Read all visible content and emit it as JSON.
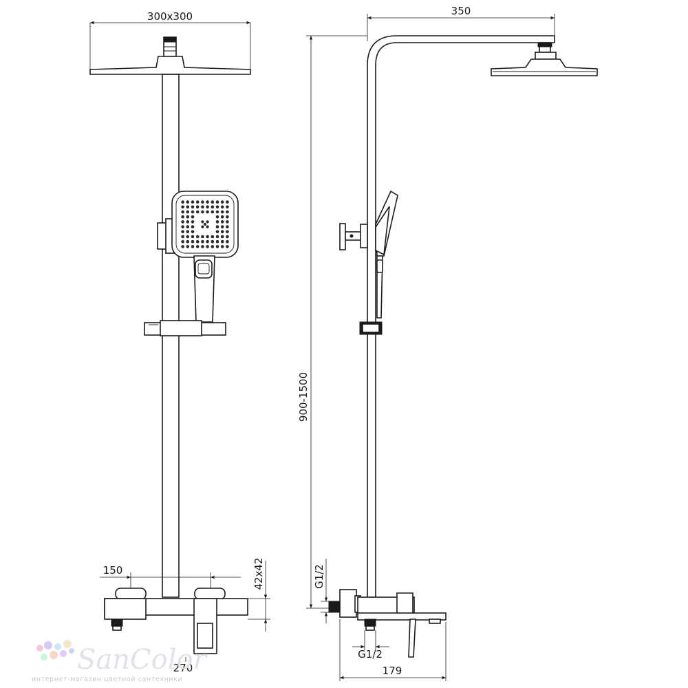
{
  "dimensions": {
    "head_size": "300x300",
    "arm_length": "350",
    "height_range": "900-1500",
    "spout_distance": "150",
    "mixer_section": "42x42",
    "mixer_width": "270",
    "inlet_thread_top": "G1/2",
    "inlet_thread_bottom": "G1/2",
    "mixer_depth": "179"
  },
  "watermark": {
    "brand": "SanColor",
    "tagline": "интернет-магазин цветной сантехники",
    "dot_colors": [
      "#f6c9d6",
      "#d6c9f6",
      "#c9e6f6",
      "#f6e6c9",
      "#c9f6d6",
      "#f6d6c9",
      "#e0c9f6",
      "#c9d6f6"
    ]
  }
}
